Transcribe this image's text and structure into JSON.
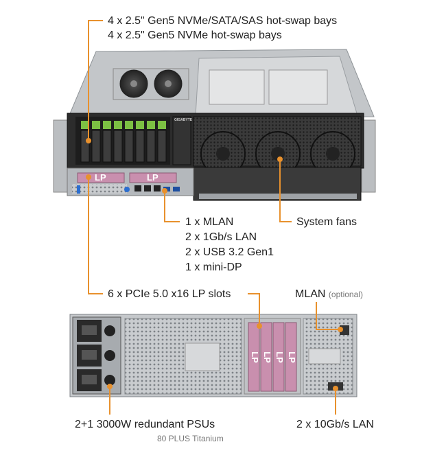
{
  "colors": {
    "callout_line": "#e8912d",
    "chassis_dark": "#2b2b2b",
    "chassis_silver": "#b9bdc1",
    "drive_green": "#7cc043",
    "lp_slot_pink": "#c98fae"
  },
  "front": {
    "bays": {
      "line1": "4 x 2.5\" Gen5 NVMe/SATA/SAS hot-swap bays",
      "line2": "4 x 2.5\" Gen5 NVMe hot-swap bays"
    },
    "io": {
      "line1": "1 x MLAN",
      "line2": "2 x 1Gb/s LAN",
      "line3": "2 x USB 3.2 Gen1",
      "line4": "1 x mini-DP"
    },
    "fans": "System fans",
    "lp_badge": "LP",
    "brand_badge": "GIGABYTE"
  },
  "pcie": "6 x PCIe 5.0 x16 LP slots",
  "rear": {
    "mlan": "MLAN",
    "mlan_note": "(optional)",
    "lp_badge": "LP",
    "lan": "2 x 10Gb/s LAN",
    "psu": "2+1 3000W redundant PSUs",
    "psu_note": "80 PLUS Titanium"
  }
}
